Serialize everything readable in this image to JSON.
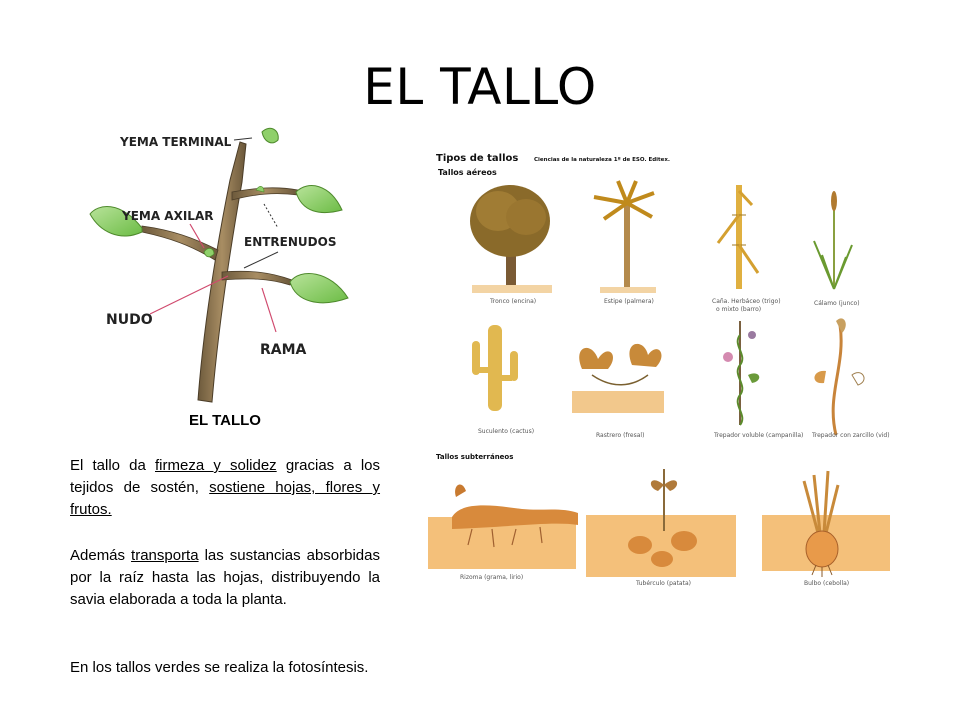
{
  "title": "EL TALLO",
  "diagram": {
    "labels": {
      "terminal_bud": "YEMA TERMINAL",
      "axillary_bud": "YEMA AXILAR",
      "internodes": "ENTRENUDOS",
      "node": "NUDO",
      "branch": "RAMA"
    }
  },
  "plate": {
    "heading": "Tipos de tallos",
    "credit": "Ciencias de la naturaleza 1º de ESO. Editex.",
    "aerial_heading": "Tallos aéreos",
    "underground_heading": "Tallos subterráneos",
    "captions": {
      "trunk": "Tronco (encina)",
      "stipe": "Estipe (palmera)",
      "cane": "Caña. Herbáceo (trigo)",
      "cane2": "o mixto (barro)",
      "culm": "Cálamo (junco)",
      "succulent": "Suculento (cactus)",
      "runner": "Rastrero (fresal)",
      "twining": "Trepador voluble (campanilla)",
      "tendril": "Trepador con zarcillo (vid)",
      "rhizome": "Rizoma (grama, lirio)",
      "tuber": "Tubérculo (patata)",
      "bulb": "Bulbo (cebolla)"
    }
  },
  "text": {
    "subtitle": "EL TALLO",
    "p1_a": "El tallo da ",
    "p1_u1": "firmeza y solidez",
    "p1_b": " gracias a los tejidos de sostén, ",
    "p1_u2": "sostiene hojas, flores y frutos.",
    "p2_a": "Además ",
    "p2_u1": "transporta",
    "p2_b": " las sustancias absorbidas por la raíz hasta las hojas, distribuyendo la savia elaborada a toda la planta.",
    "p3": "En los tallos verdes se realiza la fotosíntesis."
  }
}
